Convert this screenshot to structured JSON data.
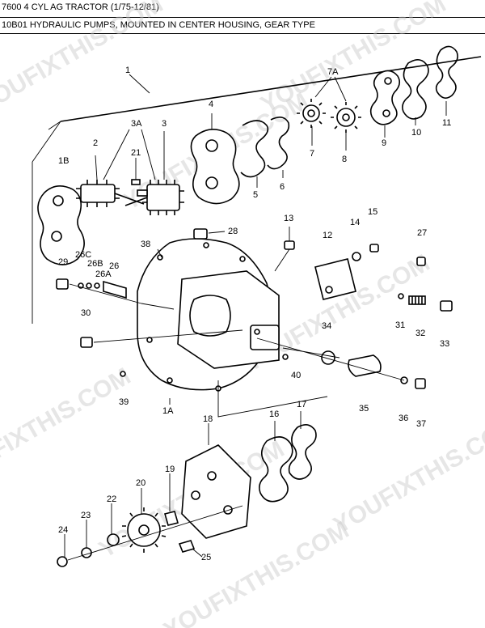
{
  "header": {
    "title": "7600 4 CYL AG TRACTOR (1/75-12/81)",
    "section": "10B01 HYDRAULIC PUMPS, MOUNTED IN CENTER HOUSING, GEAR TYPE"
  },
  "watermark": "YOUFIXTHIS.COM",
  "callouts": [
    "1",
    "1A",
    "1B",
    "2",
    "3",
    "3A",
    "4",
    "5",
    "6",
    "7",
    "7A",
    "8",
    "9",
    "10",
    "11",
    "12",
    "13",
    "14",
    "15",
    "16",
    "17",
    "18",
    "19",
    "20",
    "21",
    "22",
    "23",
    "24",
    "25",
    "26",
    "26A",
    "26B",
    "26C",
    "27",
    "28",
    "29",
    "30",
    "31",
    "32",
    "33",
    "34",
    "35",
    "36",
    "37",
    "38",
    "39",
    "40"
  ]
}
